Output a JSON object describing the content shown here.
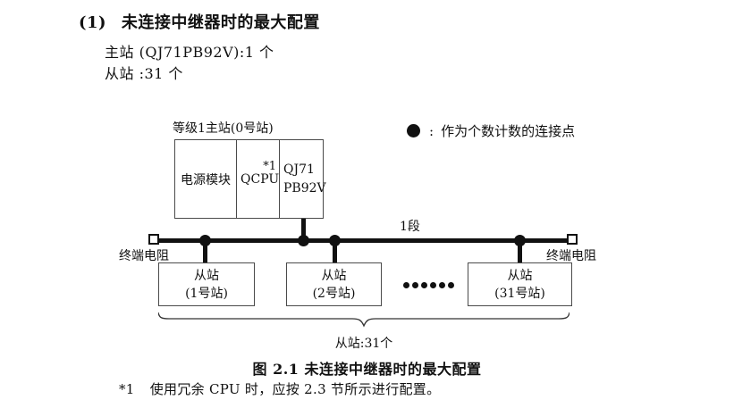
{
  "heading": {
    "marker": "(1)",
    "text": "未连接中继器时的最大配置"
  },
  "intro": {
    "master_line": "主站 (QJ71PB92V):1 个",
    "slave_line": "从站 :31 个"
  },
  "legend": {
    "separator": ":",
    "text": "作为个数计数的连接点"
  },
  "diagram": {
    "master_label": "等级1主站(0号站)",
    "modules": {
      "power": "电源模块",
      "cpu": "QCPU",
      "cpu_note": "*1",
      "pb_line1": "QJ71",
      "pb_line2": "PB92V"
    },
    "segment_label": "1段",
    "terminator_left": "终端电阻",
    "terminator_right": "终端电阻",
    "slaves": [
      {
        "line1": "从站",
        "line2": "(1号站)"
      },
      {
        "line1": "从站",
        "line2": "(2号站)"
      },
      {
        "line1": "从站",
        "line2": "(31号站)"
      }
    ],
    "slave_count_label": "从站:31个"
  },
  "caption": "图 2.1 未连接中继器时的最大配置",
  "footnote": {
    "marker": "*1",
    "text": "使用冗余 CPU 时，应按 2.3 节所示进行配置。"
  },
  "colors": {
    "ink": "#111111",
    "box_border": "#4a4a4a",
    "background": "#ffffff"
  }
}
